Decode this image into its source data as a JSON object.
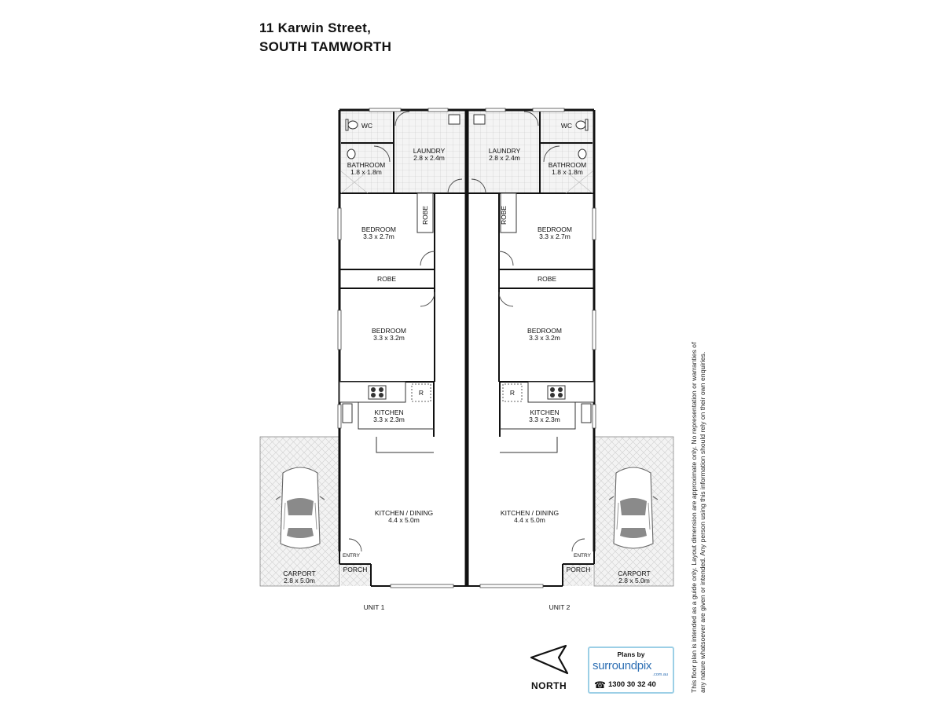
{
  "address": {
    "line1": "11 Karwin Street,",
    "line2": "SOUTH TAMWORTH"
  },
  "units": [
    {
      "label": "UNIT 1",
      "rooms": {
        "wc": "WC",
        "bathroom": {
          "name": "BATHROOM",
          "dims": "1.8 x 1.8m"
        },
        "laundry": {
          "name": "LAUNDRY",
          "dims": "2.8 x 2.4m"
        },
        "robe_small": "ROBE",
        "bedroom1": {
          "name": "BEDROOM",
          "dims": "3.3 x 2.7m"
        },
        "robe_wide": "ROBE",
        "bedroom2": {
          "name": "BEDROOM",
          "dims": "3.3 x 3.2m"
        },
        "fridge": "R",
        "kitchen": {
          "name": "KITCHEN",
          "dims": "3.3 x 2.3m"
        },
        "kitchen_dining": {
          "name": "KITCHEN / DINING",
          "dims": "4.4 x 5.0m"
        },
        "entry": "ENTRY",
        "porch": "PORCH",
        "carport": {
          "name": "CARPORT",
          "dims": "2.8 x 5.0m"
        }
      }
    },
    {
      "label": "UNIT 2",
      "rooms": {
        "wc": "WC",
        "bathroom": {
          "name": "BATHROOM",
          "dims": "1.8 x 1.8m"
        },
        "laundry": {
          "name": "LAUNDRY",
          "dims": "2.8 x 2.4m"
        },
        "robe_small": "ROBE",
        "bedroom1": {
          "name": "BEDROOM",
          "dims": "3.3 x 2.7m"
        },
        "robe_wide": "ROBE",
        "bedroom2": {
          "name": "BEDROOM",
          "dims": "3.3 x 3.2m"
        },
        "fridge": "R",
        "kitchen": {
          "name": "KITCHEN",
          "dims": "3.3 x 2.3m"
        },
        "kitchen_dining": {
          "name": "KITCHEN / DINING",
          "dims": "4.4 x 5.0m"
        },
        "entry": "ENTRY",
        "porch": "PORCH",
        "carport": {
          "name": "CARPORT",
          "dims": "2.8 x 5.0m"
        }
      }
    }
  ],
  "compass": {
    "label": "NORTH",
    "icon": "north-arrow-icon"
  },
  "logo": {
    "plans_by": "Plans by",
    "brand": "surroundpix",
    "domain": ".com.au",
    "phone": "1300 30 32 40",
    "icon": "phone-icon"
  },
  "disclaimer": "This floor plan is intended as a guide only. Layout dimension are approximate only. No representation or warranties of any nature whatsoever are given or intended. Any person using this information should rely on their own enquiries.",
  "colors": {
    "wall": "#111111",
    "tile_fill": "#f2f2f2",
    "hatch": "#c8c8c8",
    "logo_blue": "#2d6fb4"
  }
}
